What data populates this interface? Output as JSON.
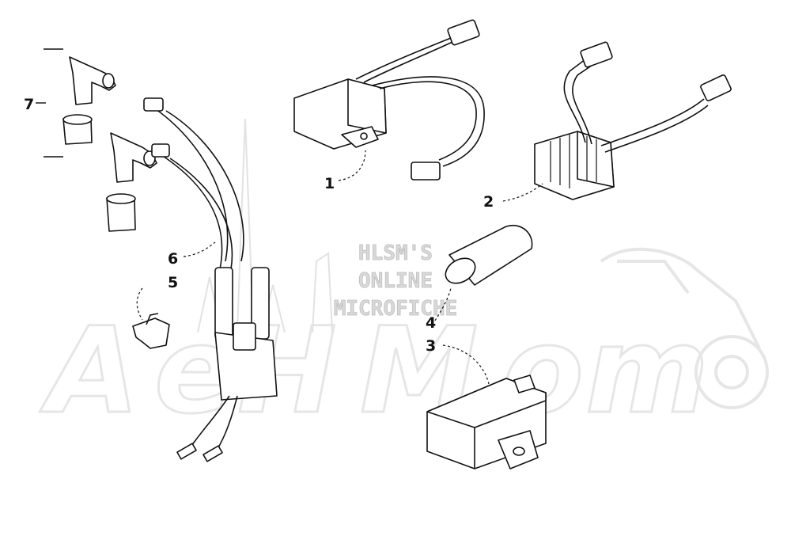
{
  "watermark": {
    "line1": "HLSM'S",
    "line2": "ONLINE",
    "line3": "MICROFICHE"
  },
  "callouts": {
    "c1": "1",
    "c2": "2",
    "c3": "3",
    "c4": "4",
    "c5": "5",
    "c6": "6",
    "c7": "7"
  }
}
